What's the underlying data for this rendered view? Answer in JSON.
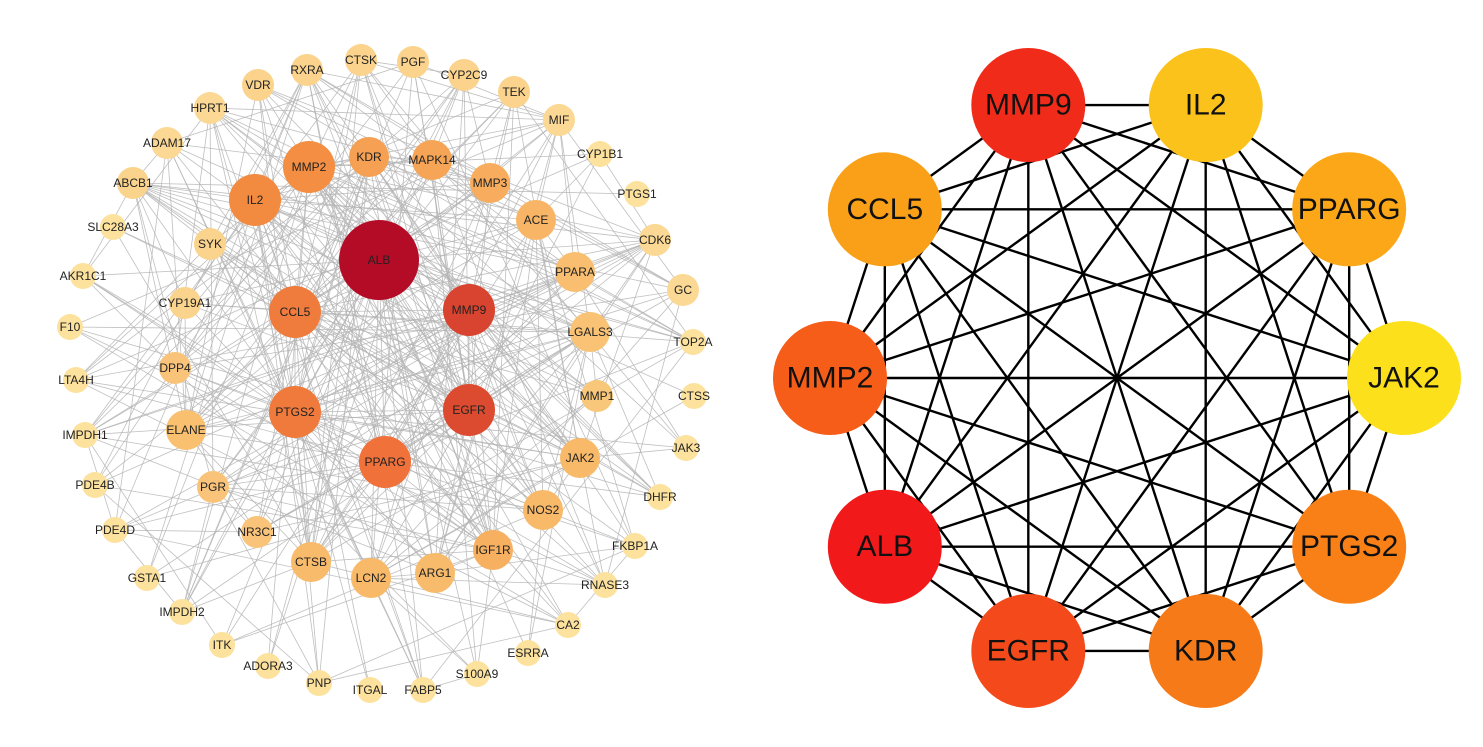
{
  "networks": [
    {
      "id": "full-ppi-network",
      "edge_color": "#b4b4b4",
      "nodes": [
        {
          "label": "ALB",
          "color": "#b40c27",
          "size": "largest"
        },
        {
          "label": "MMP9",
          "color": "#d8442f",
          "size": "large"
        },
        {
          "label": "EGFR",
          "color": "#dc4b30",
          "size": "large"
        },
        {
          "label": "PPARG",
          "color": "#f0713a",
          "size": "large"
        },
        {
          "label": "PTGS2",
          "color": "#ef7a3c",
          "size": "large"
        },
        {
          "label": "CCL5",
          "color": "#ef7b3c",
          "size": "large"
        },
        {
          "label": "IL2",
          "color": "#f28a40",
          "size": "large"
        },
        {
          "label": "MMP2",
          "color": "#f38e42",
          "size": "large"
        },
        {
          "label": "KDR",
          "color": "#f5a052",
          "size": "medium"
        },
        {
          "label": "MAPK14",
          "color": "#f6a556",
          "size": "medium"
        },
        {
          "label": "MMP3",
          "color": "#f7ad5d",
          "size": "medium"
        },
        {
          "label": "ACE",
          "color": "#f8b566",
          "size": "medium"
        },
        {
          "label": "PPARA",
          "color": "#f9be6f",
          "size": "medium"
        },
        {
          "label": "LGALS3",
          "color": "#f9c274",
          "size": "medium"
        },
        {
          "label": "MMP1",
          "color": "#f9c779",
          "size": "small"
        },
        {
          "label": "JAK2",
          "color": "#f8b968",
          "size": "medium"
        },
        {
          "label": "NOS2",
          "color": "#f8b968",
          "size": "medium"
        },
        {
          "label": "IGF1R",
          "color": "#f7b060",
          "size": "medium"
        },
        {
          "label": "ARG1",
          "color": "#f8bb6b",
          "size": "medium"
        },
        {
          "label": "LCN2",
          "color": "#f8b968",
          "size": "medium"
        },
        {
          "label": "CTSB",
          "color": "#f8bb6b",
          "size": "medium"
        },
        {
          "label": "NR3C1",
          "color": "#f9c47a",
          "size": "small"
        },
        {
          "label": "PGR",
          "color": "#f9c47a",
          "size": "small"
        },
        {
          "label": "ELANE",
          "color": "#f9c070",
          "size": "medium"
        },
        {
          "label": "DPP4",
          "color": "#f9c47a",
          "size": "small"
        },
        {
          "label": "CYP19A1",
          "color": "#fad38c",
          "size": "small"
        },
        {
          "label": "SYK",
          "color": "#fad38c",
          "size": "small"
        },
        {
          "label": "ABCB1",
          "color": "#fad38c",
          "size": "small"
        },
        {
          "label": "ADAM17",
          "color": "#fbd894",
          "size": "small"
        },
        {
          "label": "HPRT1",
          "color": "#fbd894",
          "size": "small"
        },
        {
          "label": "VDR",
          "color": "#fbd38c",
          "size": "small"
        },
        {
          "label": "RXRA",
          "color": "#fbd38c",
          "size": "small"
        },
        {
          "label": "CTSK",
          "color": "#fbd38c",
          "size": "small"
        },
        {
          "label": "PGF",
          "color": "#fbd38c",
          "size": "small"
        },
        {
          "label": "CYP2C9",
          "color": "#fbd38c",
          "size": "small"
        },
        {
          "label": "TEK",
          "color": "#fbd38c",
          "size": "small"
        },
        {
          "label": "MIF",
          "color": "#fbd894",
          "size": "small"
        },
        {
          "label": "CYP1B1",
          "color": "#fde29e",
          "size": "tiny"
        },
        {
          "label": "PTGS1",
          "color": "#fde29e",
          "size": "tiny"
        },
        {
          "label": "CDK6",
          "color": "#fbd894",
          "size": "small"
        },
        {
          "label": "GC",
          "color": "#fbd894",
          "size": "small"
        },
        {
          "label": "TOP2A",
          "color": "#fde29e",
          "size": "tiny"
        },
        {
          "label": "CTSS",
          "color": "#fde29e",
          "size": "tiny"
        },
        {
          "label": "JAK3",
          "color": "#fde29e",
          "size": "tiny"
        },
        {
          "label": "DHFR",
          "color": "#fde29e",
          "size": "tiny"
        },
        {
          "label": "FKBP1A",
          "color": "#fde29e",
          "size": "tiny"
        },
        {
          "label": "RNASE3",
          "color": "#fde29e",
          "size": "tiny"
        },
        {
          "label": "CA2",
          "color": "#fde29e",
          "size": "tiny"
        },
        {
          "label": "ESRRA",
          "color": "#fde29e",
          "size": "tiny"
        },
        {
          "label": "S100A9",
          "color": "#fde29e",
          "size": "tiny"
        },
        {
          "label": "FABP5",
          "color": "#fde29e",
          "size": "tiny"
        },
        {
          "label": "ITGAL",
          "color": "#fde29e",
          "size": "tiny"
        },
        {
          "label": "PNP",
          "color": "#fde29e",
          "size": "tiny"
        },
        {
          "label": "ADORA3",
          "color": "#fde29e",
          "size": "tiny"
        },
        {
          "label": "ITK",
          "color": "#fde29e",
          "size": "tiny"
        },
        {
          "label": "IMPDH2",
          "color": "#fde29e",
          "size": "tiny"
        },
        {
          "label": "GSTA1",
          "color": "#fde29e",
          "size": "tiny"
        },
        {
          "label": "PDE4D",
          "color": "#fde29e",
          "size": "tiny"
        },
        {
          "label": "PDE4B",
          "color": "#fde29e",
          "size": "tiny"
        },
        {
          "label": "IMPDH1",
          "color": "#fde29e",
          "size": "tiny"
        },
        {
          "label": "LTA4H",
          "color": "#fde29e",
          "size": "tiny"
        },
        {
          "label": "F10",
          "color": "#fde29e",
          "size": "tiny"
        },
        {
          "label": "AKR1C1",
          "color": "#fde29e",
          "size": "tiny"
        },
        {
          "label": "SLC28A3",
          "color": "#fde29e",
          "size": "tiny"
        }
      ]
    },
    {
      "id": "top10-hub-network",
      "edge_color": "#000000",
      "nodes": [
        {
          "label": "MMP9",
          "color": "#f12b1a"
        },
        {
          "label": "IL2",
          "color": "#fbc21b"
        },
        {
          "label": "PPARG",
          "color": "#fba718"
        },
        {
          "label": "JAK2",
          "color": "#fde01c"
        },
        {
          "label": "PTGS2",
          "color": "#f98016"
        },
        {
          "label": "KDR",
          "color": "#f67a17"
        },
        {
          "label": "EGFR",
          "color": "#f44a1b"
        },
        {
          "label": "ALB",
          "color": "#f2191a"
        },
        {
          "label": "MMP2",
          "color": "#f55d18"
        },
        {
          "label": "CCL5",
          "color": "#f99f18"
        }
      ]
    }
  ]
}
